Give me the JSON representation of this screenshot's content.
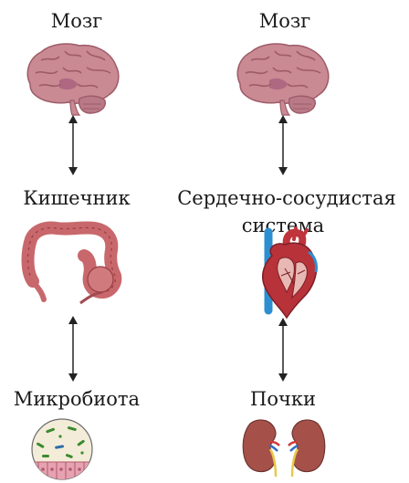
{
  "left": {
    "nodes": [
      {
        "label": "Мозг",
        "icon": "brain-icon"
      },
      {
        "label": "Кишечник",
        "icon": "intestine-icon"
      },
      {
        "label": "Микробиота",
        "icon": "microbiota-icon"
      }
    ]
  },
  "right": {
    "nodes": [
      {
        "label": "Мозг",
        "icon": "brain-icon"
      },
      {
        "label_line1": "Сердечно-сосудистая",
        "label_line2": "система",
        "icon": "heart-icon"
      },
      {
        "label": "Почки",
        "icon": "kidneys-icon"
      }
    ]
  },
  "colors": {
    "brain": "#c98a93",
    "intestine": "#c8686c",
    "heart": "#b8323a",
    "vessel_blue": "#2d8fd0",
    "kidney": "#a5514a",
    "microbe": "#3a8a2e",
    "arrow": "#222222"
  }
}
